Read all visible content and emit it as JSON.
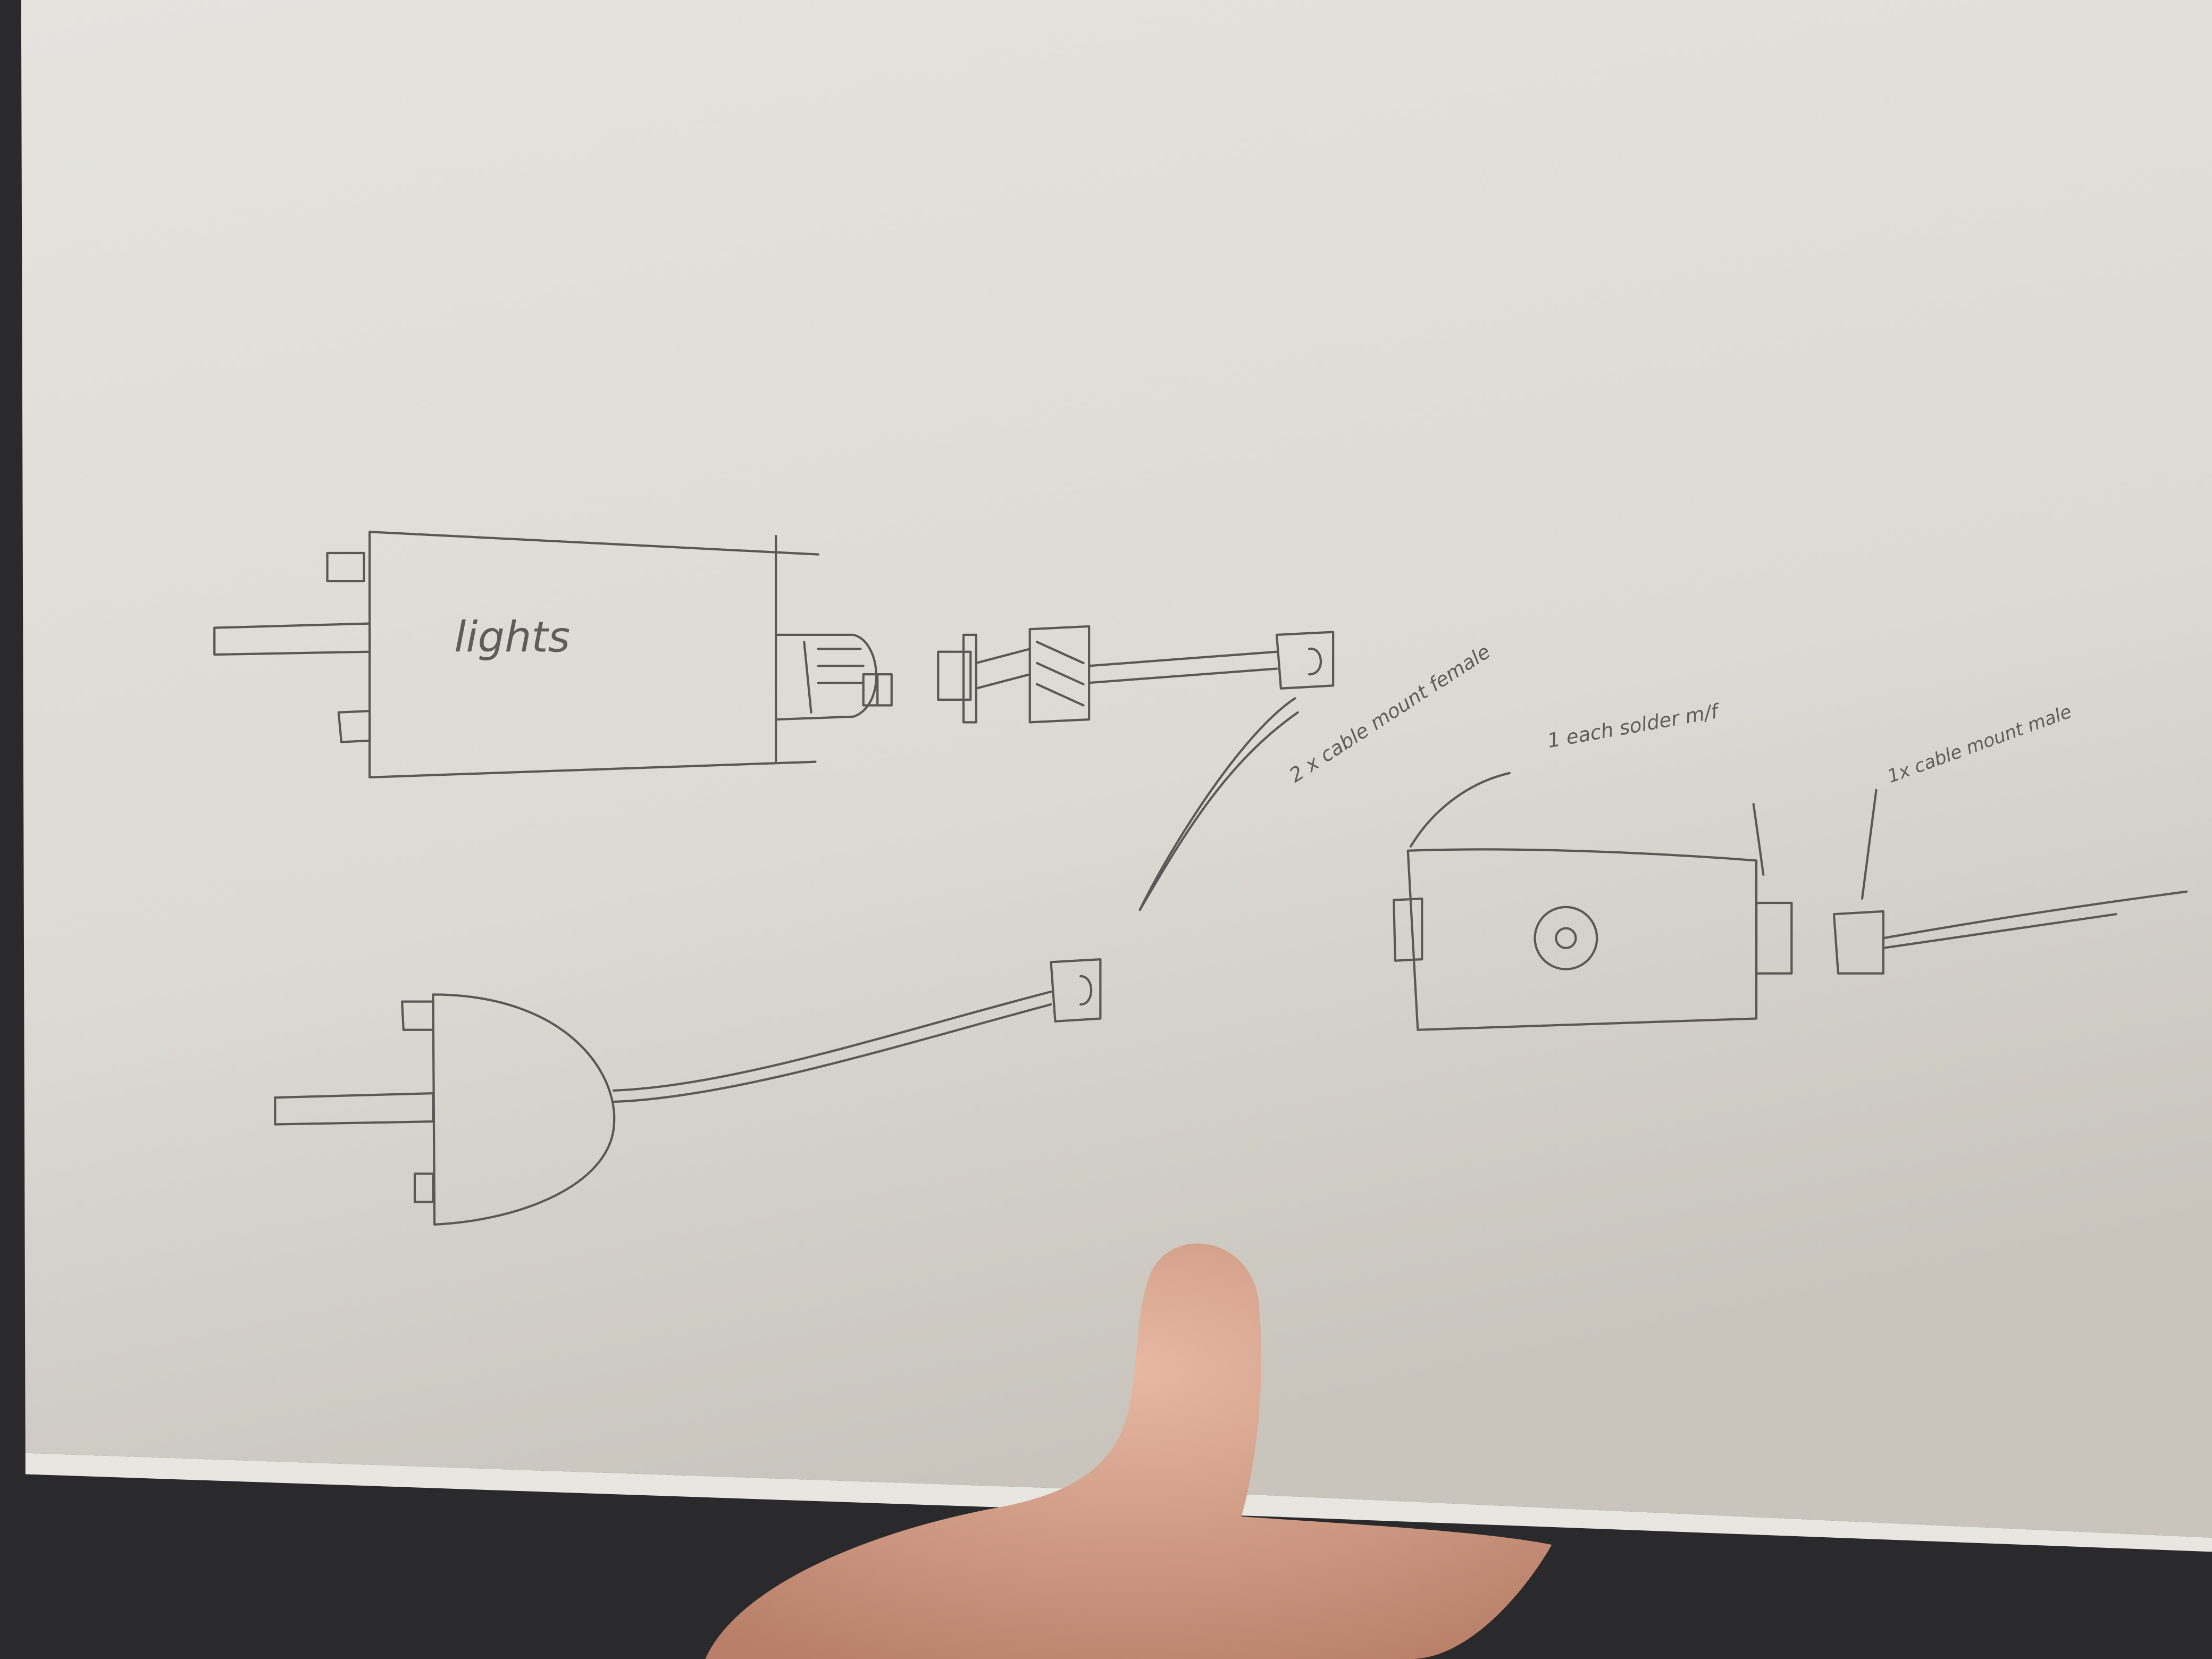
{
  "sketch": {
    "lights_label": "lights",
    "cable_female_note": "2 x cable mount female",
    "solder_note": "1 each solder m/f",
    "cable_male_note": "1x cable mount male"
  },
  "colors": {
    "paper": "#dedcd6",
    "paper_shadow": "#c9c6be",
    "pencil": "#5a5955",
    "skin": "#d9a690",
    "background": "#2a2a2c"
  }
}
